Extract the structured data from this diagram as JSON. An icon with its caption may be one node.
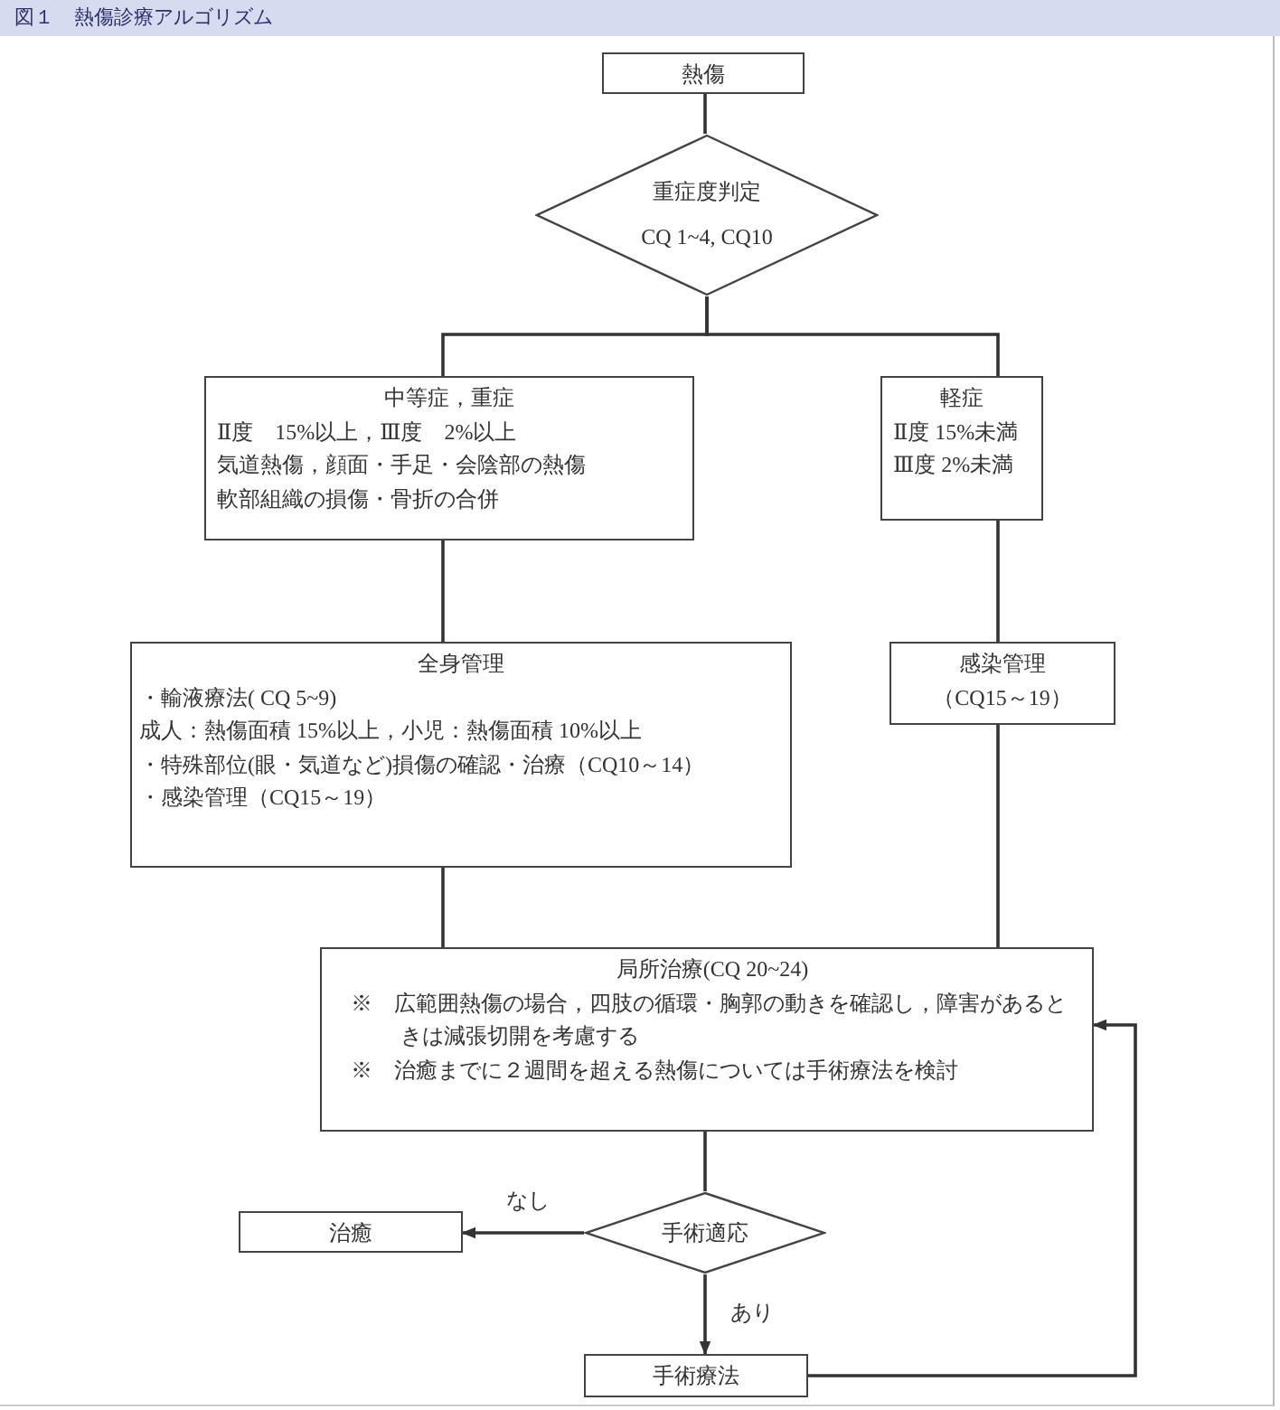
{
  "diagram": {
    "title": "図１　熱傷診療アルゴリズム",
    "nodes": [
      {
        "text": [
          "熱傷"
        ]
      },
      {
        "text": [
          "重症度判定",
          "CQ 1~4, CQ10"
        ]
      },
      {
        "text": [
          "中等症，重症",
          "Ⅱ度　15%以上，Ⅲ度　2%以上",
          "気道熱傷，顔面・手足・会陰部の熱傷",
          "軟部組織の損傷・骨折の合併"
        ]
      },
      {
        "text": [
          "軽症",
          "Ⅱ度 15%未満",
          "Ⅲ度 2%未満"
        ]
      },
      {
        "text": [
          "全身管理",
          "・輸液療法( CQ 5~9)",
          "成人：熱傷面積 15%以上，小児：熱傷面積 10%以上",
          "・特殊部位(眼・気道など)損傷の確認・治療（CQ10～14）",
          "・感染管理（CQ15～19）"
        ]
      },
      {
        "text": [
          "感染管理",
          "（CQ15～19）"
        ]
      },
      {
        "text": [
          "局所治療(CQ 20~24)",
          "※　広範囲熱傷の場合，四肢の循環・胸郭の動きを確認し，障害があるときは減張切開を考慮する",
          "※　治癒までに２週間を超える熱傷については手術療法を検討"
        ]
      },
      {
        "text": [
          "手術適応"
        ]
      },
      {
        "text": [
          "治癒"
        ]
      },
      {
        "text": [
          "手術療法"
        ]
      }
    ],
    "edges": [
      {
        "from": 0,
        "to": 1,
        "arrow": "none"
      },
      {
        "from": 1,
        "to": 2,
        "arrow": "none"
      },
      {
        "from": 1,
        "to": 3,
        "arrow": "none"
      },
      {
        "from": 2,
        "to": 4,
        "arrow": "none"
      },
      {
        "from": 3,
        "to": 5,
        "arrow": "none"
      },
      {
        "from": 4,
        "to": 6,
        "arrow": "none"
      },
      {
        "from": 5,
        "to": 6,
        "arrow": "none"
      },
      {
        "from": 6,
        "to": 7,
        "arrow": "none"
      },
      {
        "from": 7,
        "to": 8,
        "arrow": "to",
        "label": "なし"
      },
      {
        "from": 7,
        "to": 9,
        "arrow": "to",
        "label": "あり"
      },
      {
        "from": 9,
        "to": 6,
        "arrow": "to"
      }
    ]
  }
}
